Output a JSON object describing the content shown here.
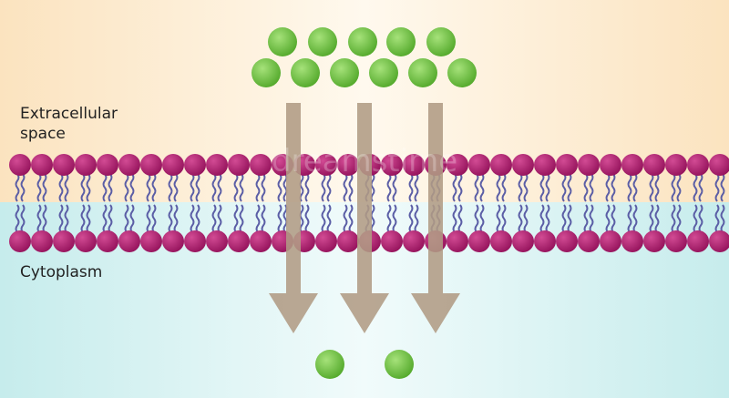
{
  "labels": {
    "extracellular_line1": "Extracellular",
    "extracellular_line2": "space",
    "cytoplasm": "Cytoplasm"
  },
  "watermark": "dreamstime",
  "colors": {
    "extracellular_bg": "#fbe6c4",
    "cytoplasm_bg": "#cdeeee",
    "lipid_head": "#b0206f",
    "lipid_tail": "#5b5ea6",
    "molecule": "#6cc23a",
    "arrow": "#b09b84"
  },
  "icons": {
    "molecule": "solute-molecule-icon",
    "lipid_head": "phospholipid-head-icon",
    "arrow": "diffusion-arrow-icon"
  }
}
